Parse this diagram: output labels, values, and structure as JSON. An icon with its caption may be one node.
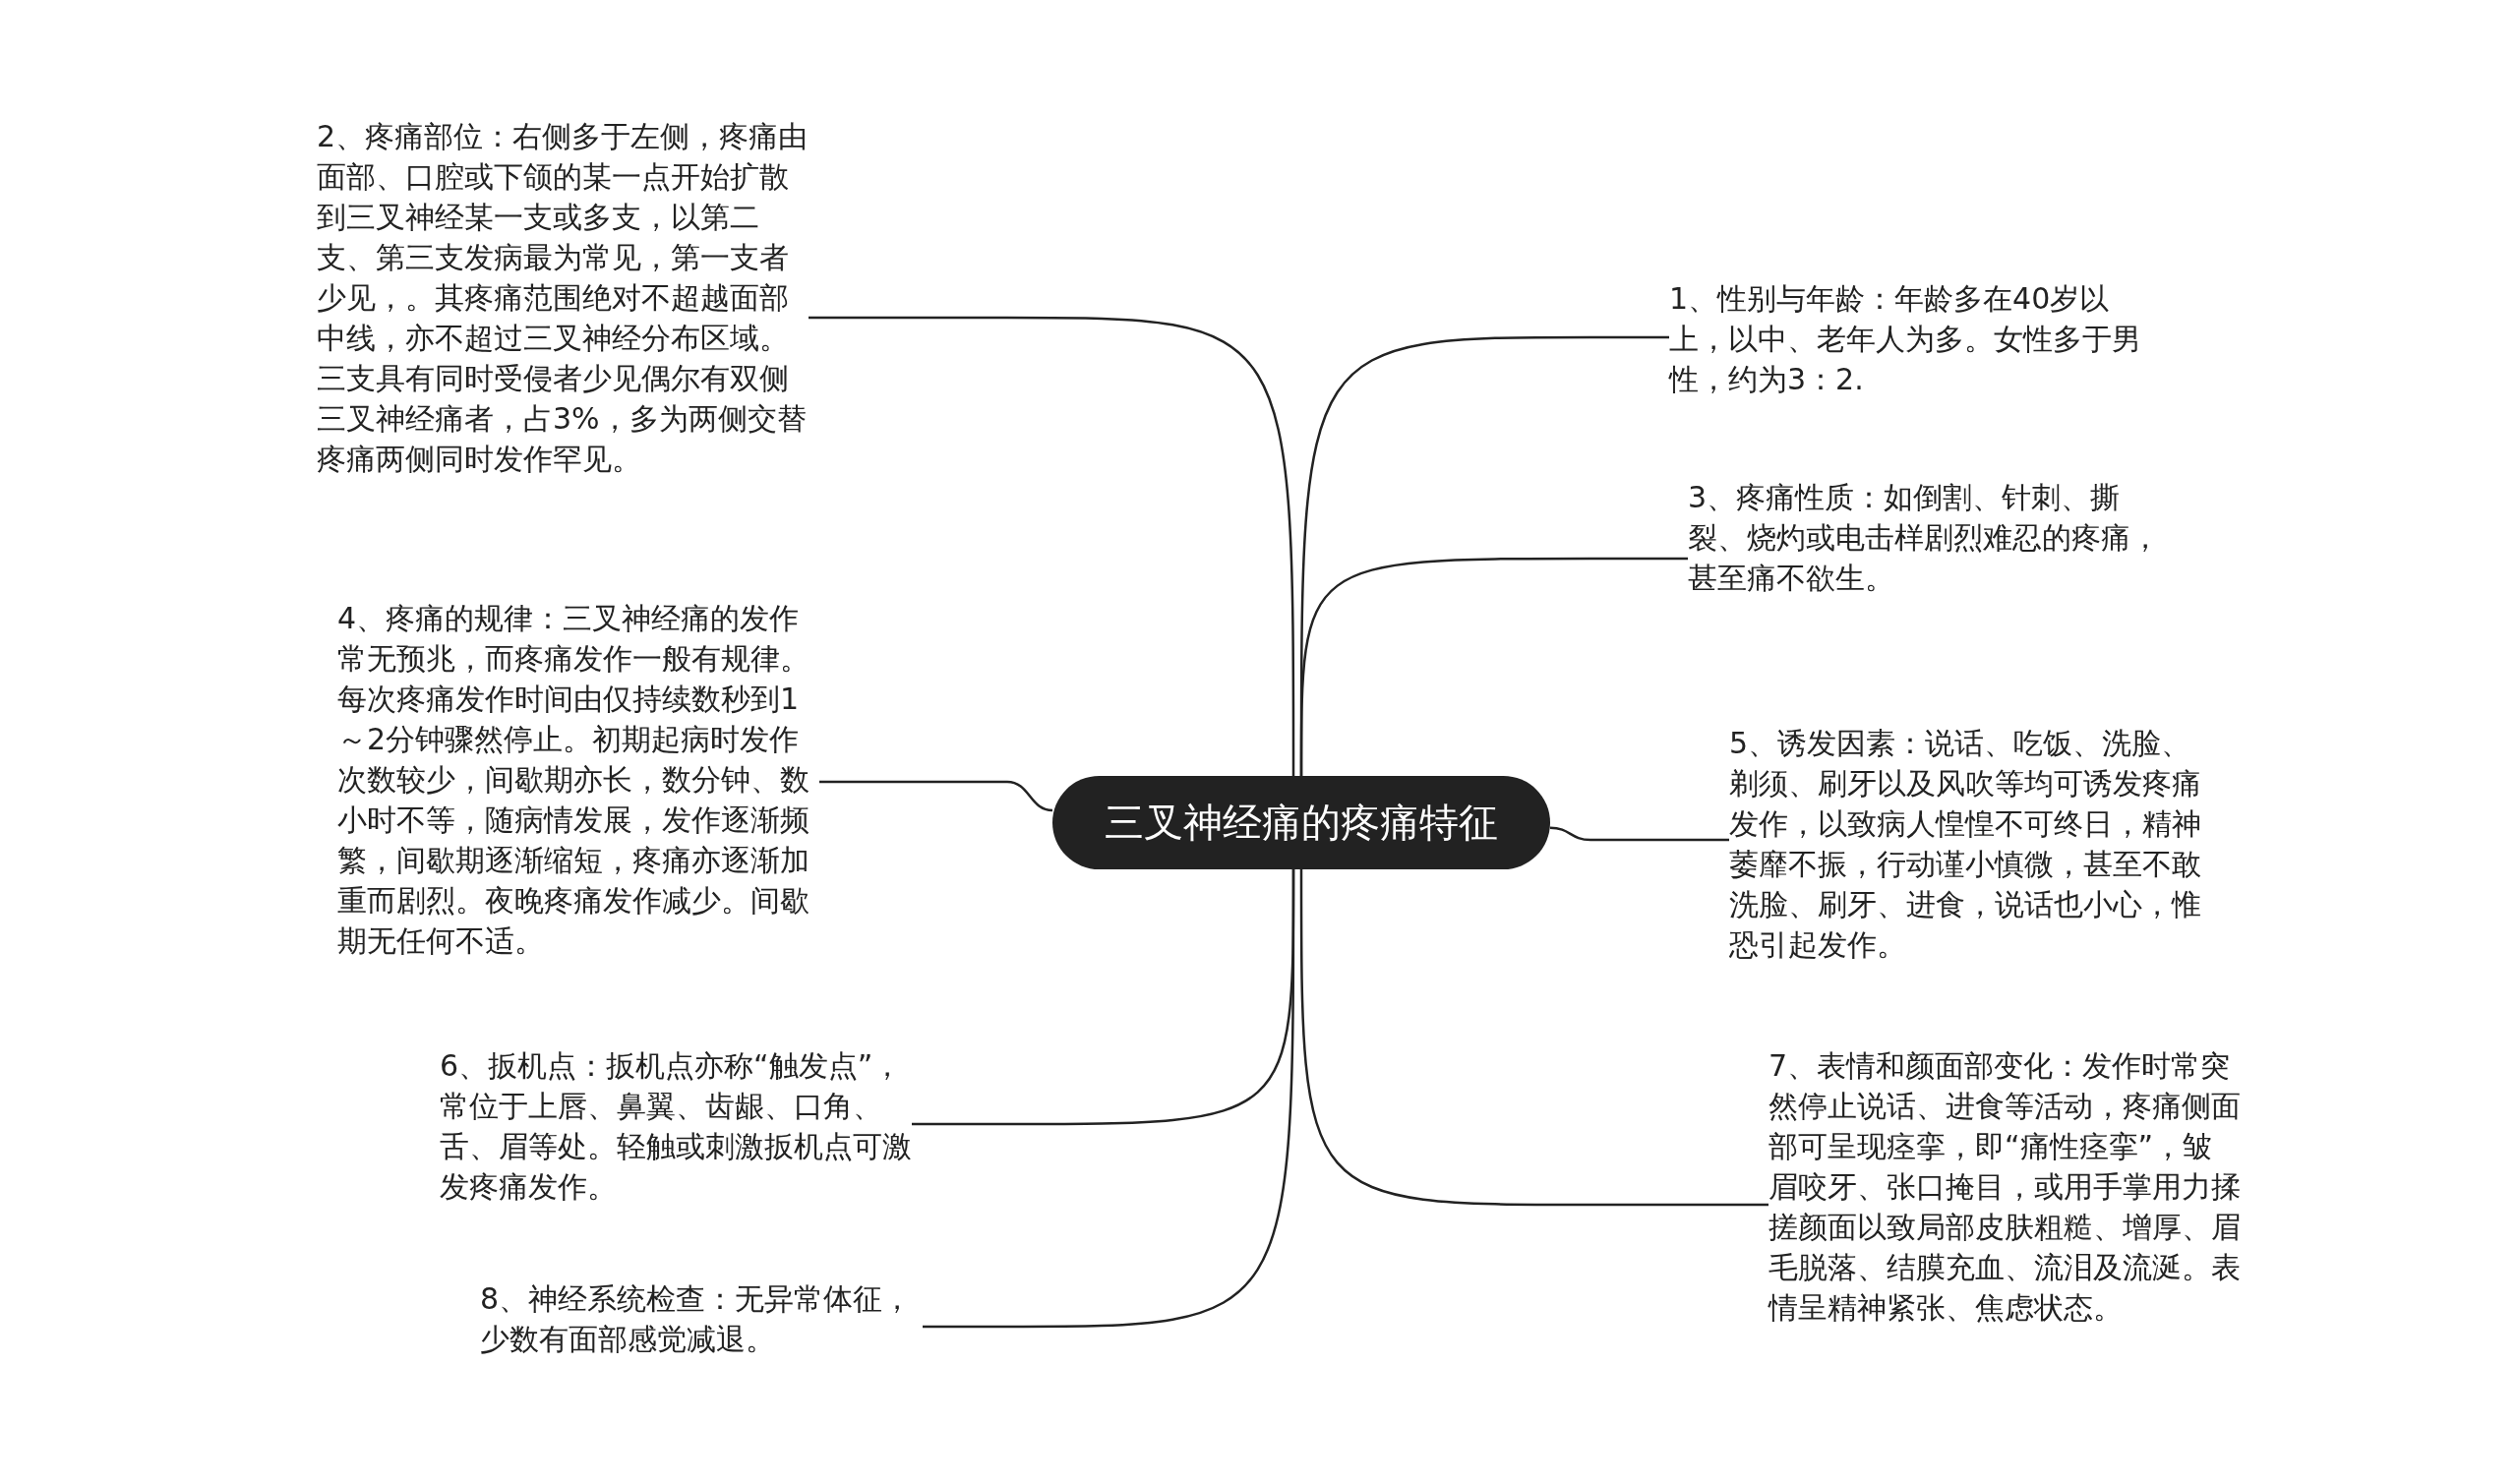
{
  "diagram": {
    "nodes": [
      {
        "text": [
          "三叉神经痛的疼痛特征"
        ]
      },
      {
        "text": [
          "1、性别与年龄：年龄多在40岁以上，以中、老年人为多。女性多于男性，约为3：2."
        ]
      },
      {
        "text": [
          "2、疼痛部位：右侧多于左侧，疼痛由面部、口腔或下颌的某一点开始扩散到三叉神经某一支或多支，以第二支、第三支发病最为常见，第一支者少见，。其疼痛范围绝对不超越面部中线，亦不超过三叉神经分布区域。三支具有同时受侵者少见偶尔有双侧三叉神经痛者，占3%，多为两侧交替疼痛两侧同时发作罕见。"
        ]
      },
      {
        "text": [
          "3、疼痛性质：如倒割、针刺、撕裂、烧灼或电击样剧烈难忍的疼痛，甚至痛不欲生。"
        ]
      },
      {
        "text": [
          "4、疼痛的规律：三叉神经痛的发作常无预兆，而疼痛发作一般有规律。每次疼痛发作时间由仅持续数秒到1～2分钟骤然停止。初期起病时发作次数较少，间歇期亦长，数分钟、数小时不等，随病情发展，发作逐渐频繁，间歇期逐渐缩短，疼痛亦逐渐加重而剧烈。夜晚疼痛发作减少。间歇期无任何不适。"
        ]
      },
      {
        "text": [
          "5、诱发因素：说话、吃饭、洗脸、剃须、刷牙以及风吹等均可诱发疼痛发作，以致病人惶惶不可终日，精神萎靡不振，行动谨小慎微，甚至不敢洗脸、刷牙、进食，说话也小心，惟恐引起发作。"
        ]
      },
      {
        "text": [
          "6、扳机点：扳机点亦称“触发点”，常位于上唇、鼻翼、齿龈、口角、舌、眉等处。轻触或刺激扳机点可激发疼痛发作。"
        ]
      },
      {
        "text": [
          "7、表情和颜面部变化：发作时常突然停止说话、进食等活动，疼痛侧面部可呈现痉挛，即“痛性痉挛”，皱眉咬牙、张口掩目，或用手掌用力揉搓颜面以致局部皮肤粗糙、增厚、眉毛脱落、结膜充血、流泪及流涎。表情呈精神紧张、焦虑状态。"
        ]
      },
      {
        "text": [
          "8、神经系统检查：无异常体征，少数有面部感觉减退。"
        ]
      }
    ],
    "edges": [
      {
        "from": 0,
        "to": 1,
        "arrow": "none"
      },
      {
        "from": 0,
        "to": 2,
        "arrow": "none"
      },
      {
        "from": 0,
        "to": 3,
        "arrow": "none"
      },
      {
        "from": 0,
        "to": 4,
        "arrow": "none"
      },
      {
        "from": 0,
        "to": 5,
        "arrow": "none"
      },
      {
        "from": 0,
        "to": 6,
        "arrow": "none"
      },
      {
        "from": 0,
        "to": 7,
        "arrow": "none"
      },
      {
        "from": 0,
        "to": 8,
        "arrow": "none"
      }
    ]
  }
}
